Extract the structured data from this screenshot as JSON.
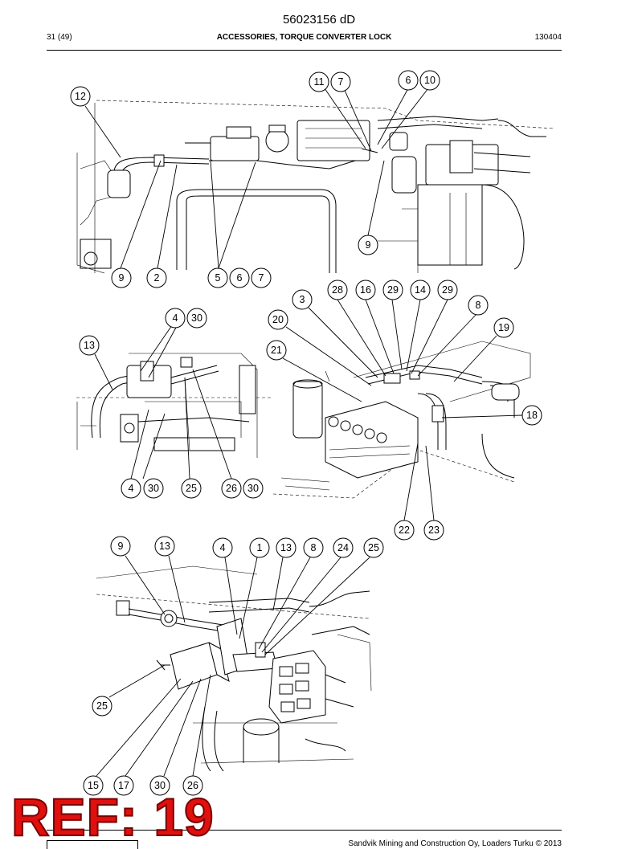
{
  "header": {
    "doc_number": "56023156 dD",
    "page": "31 (49)",
    "title": "ACCESSORIES, TORQUE CONVERTER LOCK",
    "code": "130404"
  },
  "views": {
    "top": {
      "callouts": [
        "12",
        "11",
        "7",
        "6",
        "10",
        "9",
        "9",
        "2",
        "5",
        "6",
        "7"
      ]
    },
    "middle_left": {
      "callouts": [
        "13",
        "4",
        "30",
        "4",
        "30",
        "25",
        "26",
        "30"
      ]
    },
    "middle_right": {
      "callouts": [
        "3",
        "28",
        "16",
        "29",
        "14",
        "29",
        "8",
        "20",
        "19",
        "21",
        "18",
        "22",
        "23"
      ]
    },
    "bottom": {
      "callouts": [
        "9",
        "13",
        "4",
        "1",
        "13",
        "8",
        "24",
        "25",
        "25",
        "15",
        "17",
        "30",
        "26"
      ]
    }
  },
  "stamp": {
    "text": "REF: 19",
    "color": "#e0100f"
  },
  "footer": {
    "text": "Sandvik Mining and Construction Oy, Loaders Turku © 2013"
  }
}
